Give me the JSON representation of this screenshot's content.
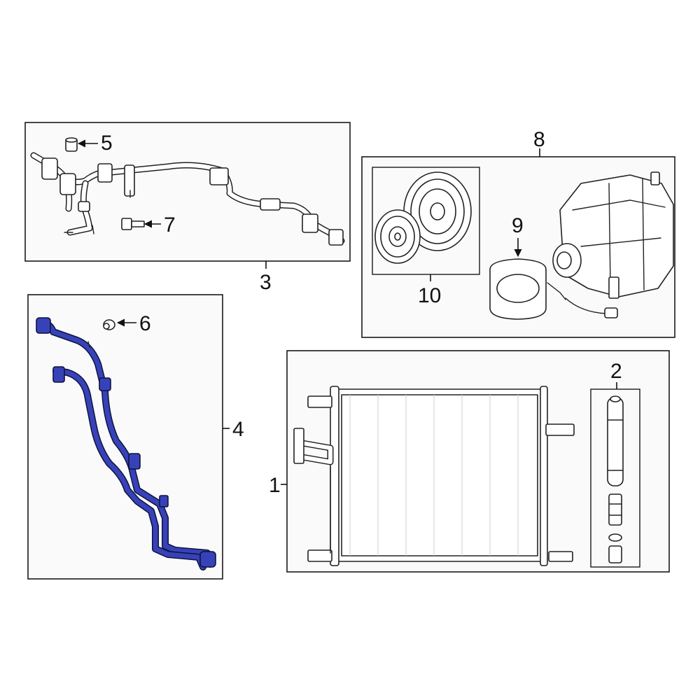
{
  "diagram": {
    "callouts": {
      "condenser": "1",
      "receiver_dryer": "2",
      "suction_discharge_hose": "3",
      "liquid_line": "4",
      "cap_upper": "5",
      "cap_lower": "6",
      "pressure_switch": "7",
      "compressor": "8",
      "clutch_coil": "9",
      "clutch_hub_pulley": "10"
    },
    "colors": {
      "highlight": "#3742b8",
      "line": "#222222",
      "frame_fill": "#fafafa"
    }
  }
}
